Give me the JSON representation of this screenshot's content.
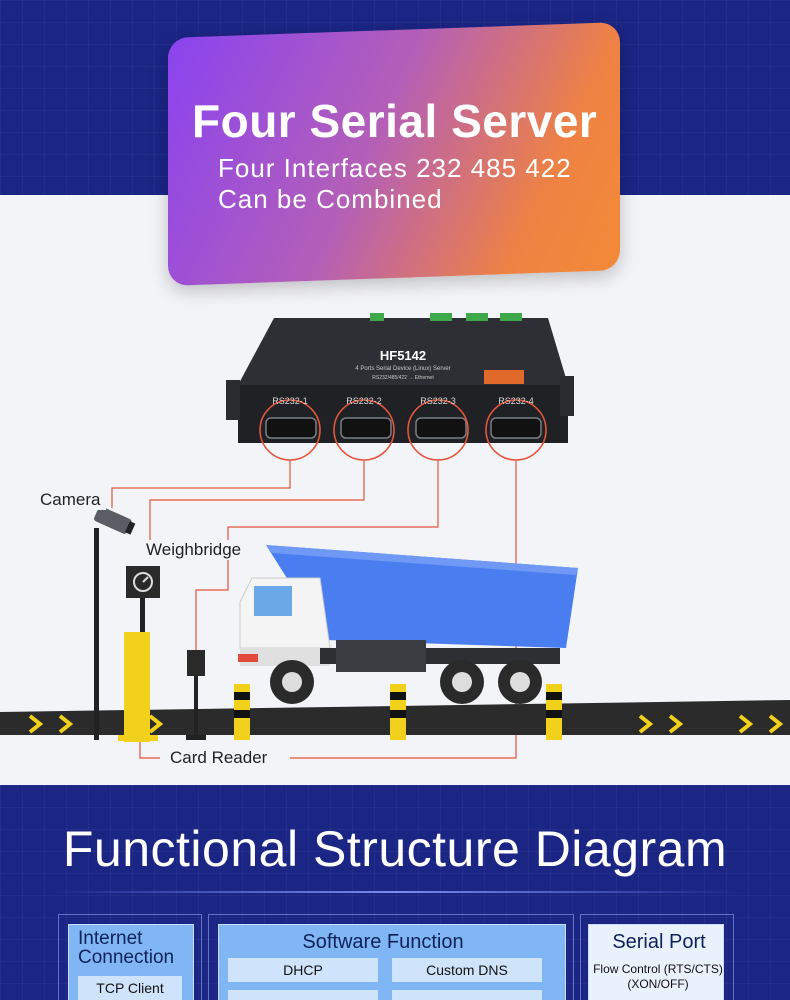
{
  "banner": {
    "title": "Four Serial Server",
    "subtitle_line1": "Four Interfaces 232 485 422",
    "subtitle_line2": "Can be Combined"
  },
  "device": {
    "model": "HF5142",
    "description": "4 Ports Serial Device (Linux) Server",
    "spec": "RS232/485/422 → Ethernet",
    "ports": [
      "RS232-1",
      "RS232-2",
      "RS232-3",
      "RS232-4"
    ]
  },
  "scene": {
    "labels": {
      "camera": "Camera",
      "weighbridge": "Weighbridge",
      "card_reader": "Card Reader"
    },
    "colors": {
      "truck_blue": "#4a7ef0",
      "cable": "#e2563c",
      "bollard_yellow": "#f2d11c"
    }
  },
  "structure": {
    "title": "Functional Structure Diagram",
    "internet": {
      "title_line1": "Internet",
      "title_line2": "Connection",
      "item": "TCP Client"
    },
    "software": {
      "title": "Software Function",
      "items": [
        "DHCP",
        "Custom DNS"
      ]
    },
    "serial": {
      "title": "Serial Port",
      "line1": "Flow Control (RTS/CTS)",
      "line2": "(XON/OFF)"
    }
  }
}
